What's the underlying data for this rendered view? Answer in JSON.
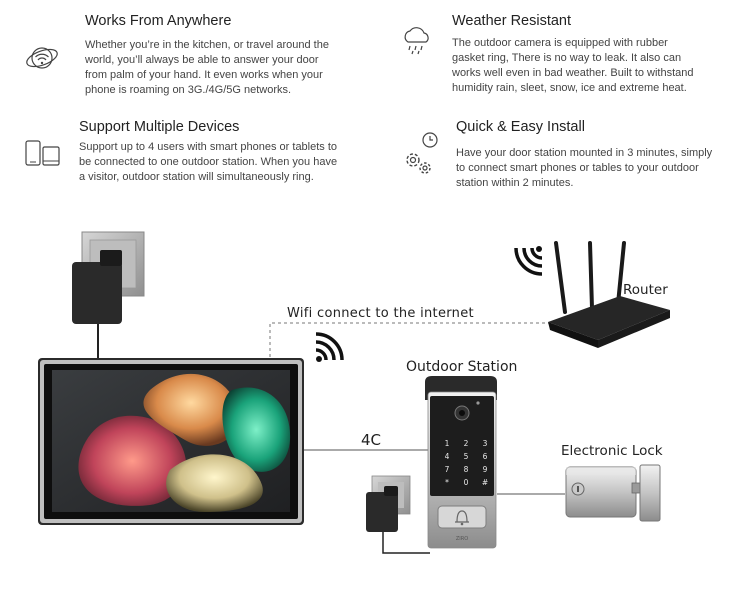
{
  "features": [
    {
      "id": "anywhere",
      "title": "Works From Anywhere",
      "body_lines": [
        "Whether you’re in the kitchen, or travel around the",
        "world, you’ll always be able to answer your door",
        "from palm of your hand. It even works when your",
        "phone is roaming on 3G./4G/5G networks."
      ],
      "icon": "globe-wifi-icon"
    },
    {
      "id": "weather",
      "title": "Weather Resistant",
      "body_lines": [
        "The outdoor camera is equipped with rubber",
        "gasket ring, There is no way to leak. It also can",
        "works well even in bad weather. Built to withstand",
        "humidity rain, sleet, snow, ice and extreme heat."
      ],
      "icon": "cloud-rain-icon"
    },
    {
      "id": "devices",
      "title": "Support Multiple Devices",
      "body_lines": [
        "Support up to 4 users with smart phones or tablets to",
        "be connected to one outdoor station. When you have",
        "a visitor, outdoor station will simultaneously ring."
      ],
      "icon": "devices-icon"
    },
    {
      "id": "install",
      "title": "Quick & Easy Install",
      "body_lines": [
        "Have your door station mounted in 3 minutes, simply",
        "to connect smart phones or tables to your outdoor",
        "station within 2 minutes."
      ],
      "icon": "gears-clock-icon"
    }
  ],
  "diagram": {
    "router_label": "Router",
    "wifi_label": "Wifi connect to the internet",
    "outdoor_label": "Outdoor Station",
    "cable_label": "4C",
    "lock_label": "Electronic Lock",
    "keypad_keys": [
      "1",
      "2",
      "3",
      "4",
      "5",
      "6",
      "7",
      "8",
      "9",
      "*",
      "0",
      "#"
    ],
    "plate_text": "ZIRO"
  },
  "colors": {
    "text_dark": "#222222",
    "text_body": "#444444",
    "line": "#555555",
    "monitor_frame": "#2b2b2b",
    "panel_silver": "#c8c8c8",
    "router": "#1a1a1a"
  }
}
